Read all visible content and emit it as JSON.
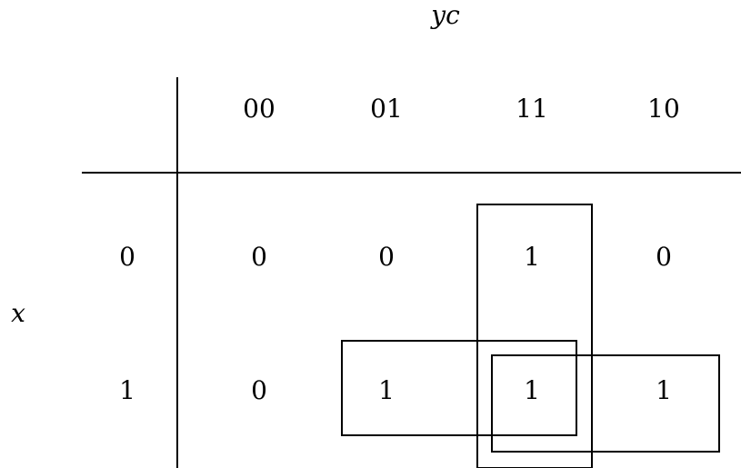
{
  "kmap": {
    "title": "yc",
    "row_label": "x",
    "col_headers": [
      "00",
      "01",
      "11",
      "10"
    ],
    "row_headers": [
      "0",
      "1"
    ],
    "cells": [
      [
        "0",
        "0",
        "1",
        "0"
      ],
      [
        "0",
        "1",
        "1",
        "1"
      ]
    ],
    "groups": [
      {
        "name": "group-column-11-both-rows",
        "cells_covered": "row0-col11, row1-col11"
      },
      {
        "name": "group-row-1-cols-01-11",
        "cells_covered": "row1-col01, row1-col11"
      },
      {
        "name": "group-row-1-cols-11-10",
        "cells_covered": "row1-col11, row1-col10"
      }
    ]
  },
  "chart_data": {
    "type": "table",
    "title": "yc",
    "row_variable": "x",
    "column_labels": [
      "00",
      "01",
      "11",
      "10"
    ],
    "row_labels": [
      "0",
      "1"
    ],
    "values": [
      [
        0,
        0,
        1,
        0
      ],
      [
        0,
        1,
        1,
        1
      ]
    ]
  }
}
